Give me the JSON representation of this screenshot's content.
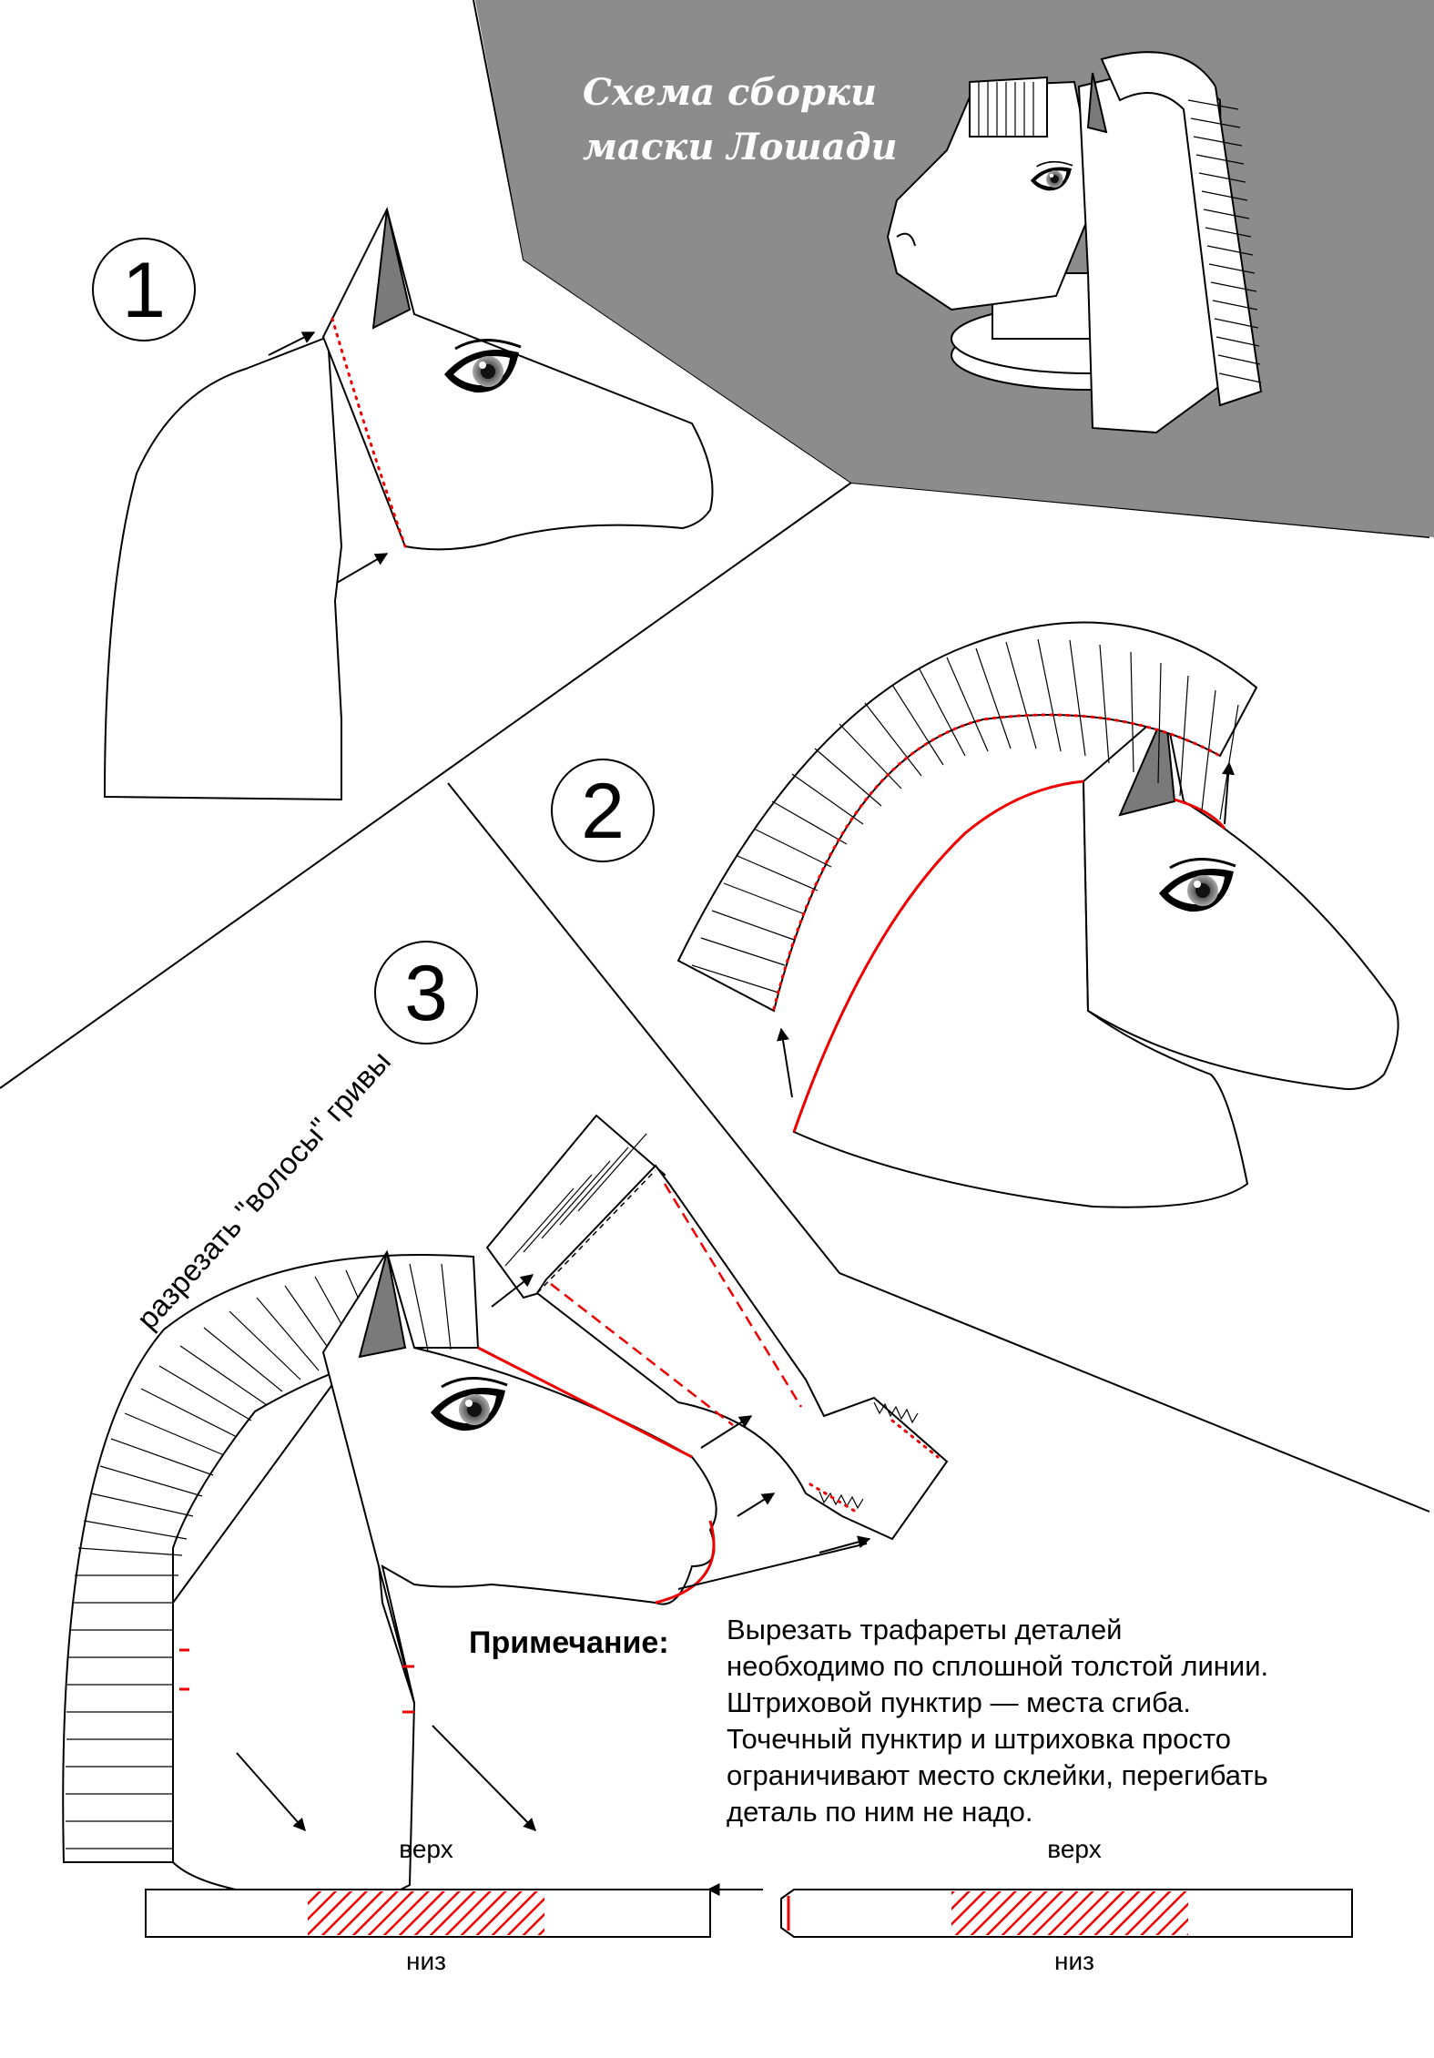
{
  "title": {
    "line1": "Схема сборки",
    "line2": "маски Лошади"
  },
  "steps": [
    {
      "number": "1"
    },
    {
      "number": "2"
    },
    {
      "number": "3"
    }
  ],
  "cut_label": "разрезать \"волосы\" гривы",
  "note": {
    "heading": "Примечание:",
    "lines": [
      "Вырезать трафареты деталей",
      "необходимо по сплошной толстой линии.",
      "Штриховой пунктир — места сгиба.",
      "Точечный пунктир и штриховка просто",
      "ограничивают место склейки, перегибать",
      "деталь по ним не надо."
    ]
  },
  "strips": [
    {
      "top": "верх",
      "bottom": "низ"
    },
    {
      "top": "верх",
      "bottom": "низ"
    }
  ],
  "colors": {
    "panel": "#8c8c8c",
    "accent": "#e00000",
    "ear_shade": "#7a7a7a"
  }
}
